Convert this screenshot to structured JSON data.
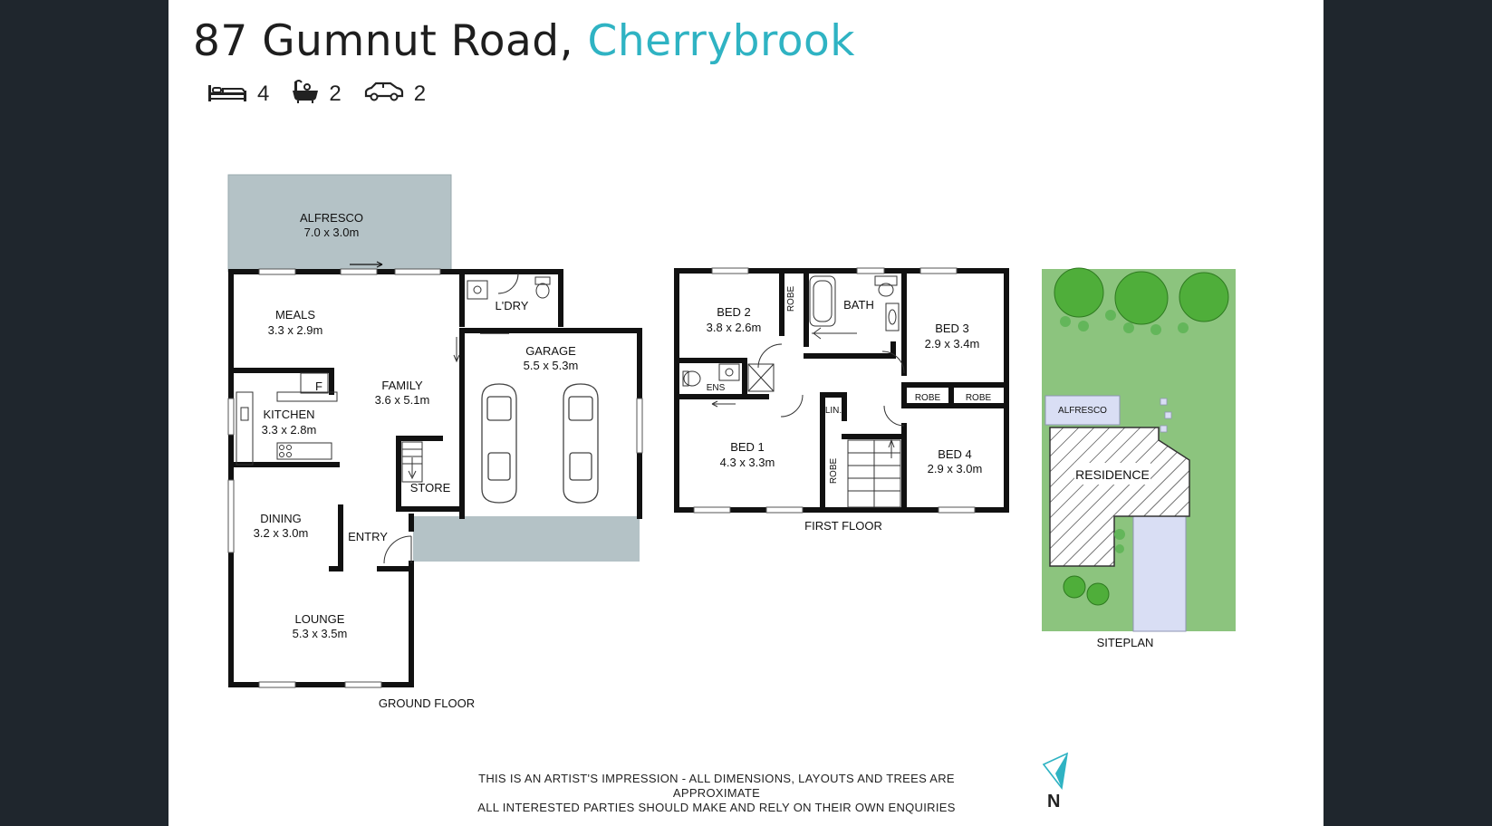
{
  "header": {
    "address": "87 Gumnut Road,",
    "suburb": "Cherrybrook"
  },
  "features": {
    "bedrooms": "4",
    "bathrooms": "2",
    "car_spaces": "2",
    "icons": [
      "bed-icon",
      "bath-icon",
      "car-icon"
    ]
  },
  "ground_floor": {
    "label": "GROUND FLOOR",
    "rooms": {
      "alfresco": {
        "name": "ALFRESCO",
        "size": "7.0 x 3.0m"
      },
      "meals": {
        "name": "MEALS",
        "size": "3.3 x 2.9m"
      },
      "family": {
        "name": "FAMILY",
        "size": "3.6 x 5.1m"
      },
      "kitchen": {
        "name": "KITCHEN",
        "size": "3.3 x 2.8m"
      },
      "fridge": {
        "name": "F"
      },
      "laundry": {
        "name": "L'DRY"
      },
      "garage": {
        "name": "GARAGE",
        "size": "5.5 x 5.3m"
      },
      "store": {
        "name": "STORE"
      },
      "dining": {
        "name": "DINING",
        "size": "3.2 x 3.0m"
      },
      "entry": {
        "name": "ENTRY"
      },
      "lounge": {
        "name": "LOUNGE",
        "size": "5.3 x 3.5m"
      }
    }
  },
  "first_floor": {
    "label": "FIRST FLOOR",
    "rooms": {
      "bed2": {
        "name": "BED 2",
        "size": "3.8 x 2.6m"
      },
      "robe1": {
        "name": "ROBE"
      },
      "bath": {
        "name": "BATH"
      },
      "bed3": {
        "name": "BED 3",
        "size": "2.9 x 3.4m"
      },
      "ens": {
        "name": "ENS"
      },
      "robe2": {
        "name": "ROBE"
      },
      "robe3": {
        "name": "ROBE"
      },
      "lin": {
        "name": "LIN."
      },
      "bed1": {
        "name": "BED 1",
        "size": "4.3 x 3.3m"
      },
      "robe4": {
        "name": "ROBE"
      },
      "bed4": {
        "name": "BED 4",
        "size": "2.9 x 3.0m"
      }
    }
  },
  "siteplan": {
    "label": "SITEPLAN",
    "alfresco": "ALFRESCO",
    "residence": "RESIDENCE"
  },
  "disclaimer": {
    "line1": "THIS IS AN ARTIST'S IMPRESSION - ALL DIMENSIONS, LAYOUTS AND TREES ARE APPROXIMATE",
    "line2": "ALL INTERESTED PARTIES SHOULD MAKE AND RELY ON THEIR OWN ENQUIRIES"
  },
  "north": {
    "letter": "N",
    "icon": "north-arrow-icon"
  },
  "colors": {
    "background": "#1f262d",
    "accent": "#2fb3c3",
    "outdoor_area": "#b4c2c6",
    "lawn": "#8cc47e",
    "driveway": "#d9def4",
    "wall": "#111111"
  }
}
